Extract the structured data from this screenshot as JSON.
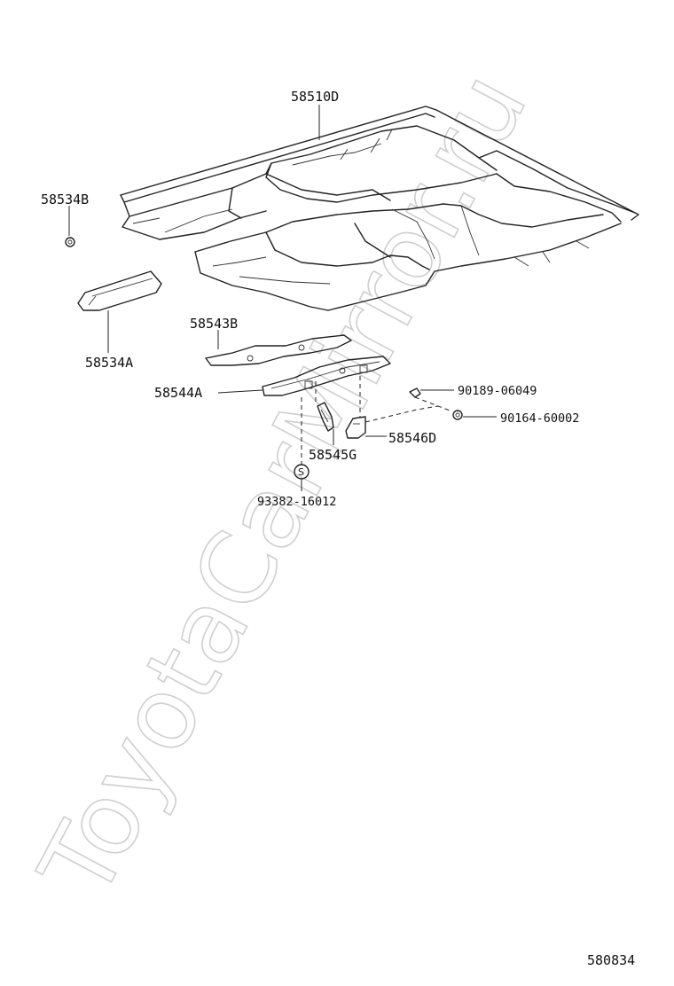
{
  "watermark": "ToyotaCarMirror.ru",
  "diagram_id": "580834",
  "labels": {
    "floor_carpet": "58510D",
    "clip_b": "58534B",
    "pad_a": "58534A",
    "bracket_b": "58543B",
    "bracket_a": "58544A",
    "bolt": "90189-06049",
    "nut": "90164-60002",
    "bracket_d": "58546D",
    "bracket_g": "58545G",
    "grommet": "93382-16012"
  },
  "symbols": {
    "standard_part": "S"
  }
}
